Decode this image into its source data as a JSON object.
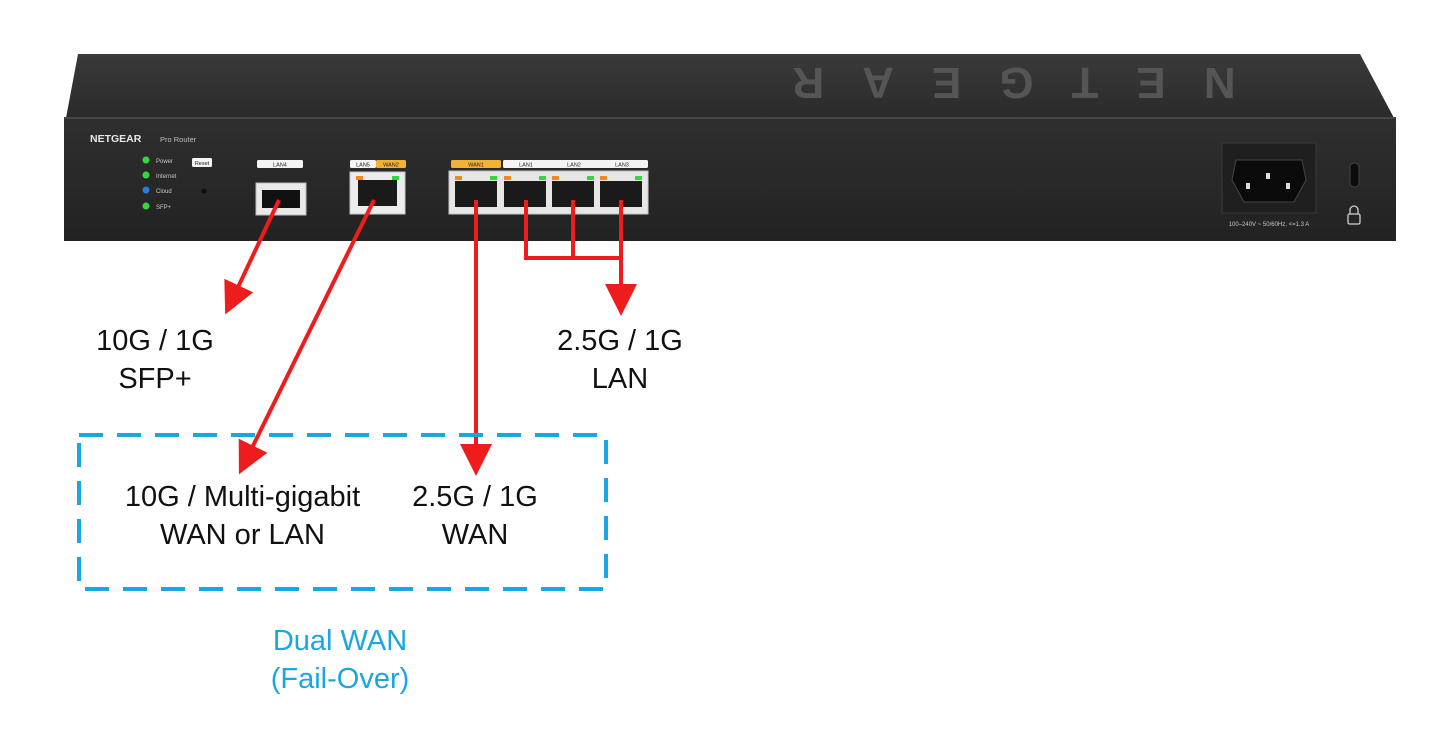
{
  "device": {
    "brand": "NETGEAR",
    "model_badge": "Pro Router",
    "top_logo": "NETGEAR",
    "led_labels": [
      "Power",
      "Internet",
      "Cloud",
      "SFP+"
    ],
    "reset_label": "Reset",
    "port_labels": {
      "lan4": "LAN4",
      "lan5": "LAN5",
      "wan2": "WAN2",
      "wan1": "WAN1",
      "lan1": "LAN1",
      "lan2": "LAN2",
      "lan3": "LAN3"
    },
    "power_rating": "100–240V ~ 50/60Hz, <=1.3 A",
    "colors": {
      "body": "#2b2b2b",
      "led_green": "#35d83a",
      "led_blue": "#2b7be0",
      "wan_tag": "#f2b233",
      "arrow": "#ee1c1c"
    }
  },
  "callouts": {
    "sfp": {
      "line1": "10G / 1G",
      "line2": "SFP+"
    },
    "lan": {
      "line1": "2.5G / 1G",
      "line2": "LAN"
    },
    "wan2": {
      "line1": "10G / Multi-gigabit",
      "line2": "WAN or LAN"
    },
    "wan1": {
      "line1": "2.5G / 1G",
      "line2": "WAN"
    }
  },
  "dual_wan": {
    "line1": "Dual WAN",
    "line2": "(Fail-Over)",
    "color": "#1aa6e0"
  }
}
